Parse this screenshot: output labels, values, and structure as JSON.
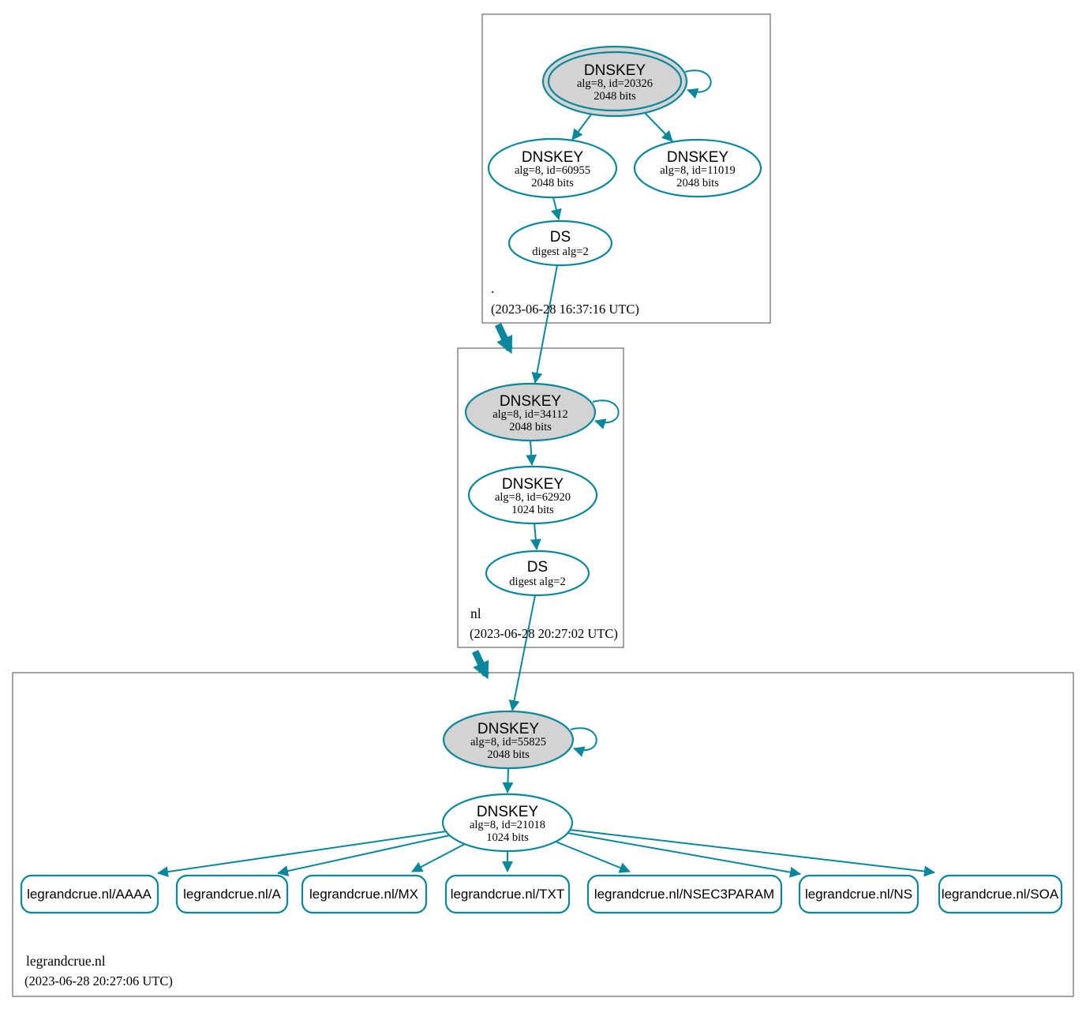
{
  "zones": [
    {
      "label": ".",
      "timestamp": "(2023-06-28 16:37:16 UTC)",
      "nodes": [
        {
          "type": "DNSKEY",
          "detail1": "alg=8, id=20326",
          "detail2": "2048 bits",
          "role": "ksk"
        },
        {
          "type": "DNSKEY",
          "detail1": "alg=8, id=60955",
          "detail2": "2048 bits",
          "role": "zsk"
        },
        {
          "type": "DNSKEY",
          "detail1": "alg=8, id=11019",
          "detail2": "2048 bits",
          "role": "zsk"
        },
        {
          "type": "DS",
          "detail1": "digest alg=2",
          "role": "ds"
        }
      ]
    },
    {
      "label": "nl",
      "timestamp": "(2023-06-28 20:27:02 UTC)",
      "nodes": [
        {
          "type": "DNSKEY",
          "detail1": "alg=8, id=34112",
          "detail2": "2048 bits",
          "role": "ksk"
        },
        {
          "type": "DNSKEY",
          "detail1": "alg=8, id=62920",
          "detail2": "1024 bits",
          "role": "zsk"
        },
        {
          "type": "DS",
          "detail1": "digest alg=2",
          "role": "ds"
        }
      ]
    },
    {
      "label": "legrandcrue.nl",
      "timestamp": "(2023-06-28 20:27:06 UTC)",
      "nodes": [
        {
          "type": "DNSKEY",
          "detail1": "alg=8, id=55825",
          "detail2": "2048 bits",
          "role": "ksk"
        },
        {
          "type": "DNSKEY",
          "detail1": "alg=8, id=21018",
          "detail2": "1024 bits",
          "role": "zsk"
        }
      ],
      "rrsets": [
        {
          "label": "legrandcrue.nl/AAAA"
        },
        {
          "label": "legrandcrue.nl/A"
        },
        {
          "label": "legrandcrue.nl/MX"
        },
        {
          "label": "legrandcrue.nl/TXT"
        },
        {
          "label": "legrandcrue.nl/NSEC3PARAM"
        },
        {
          "label": "legrandcrue.nl/NS"
        },
        {
          "label": "legrandcrue.nl/SOA"
        }
      ]
    }
  ],
  "colors": {
    "secure_edge": "#0a879a",
    "ksk_fill": "#d3d3d3",
    "node_fill": "#ffffff",
    "zone_border": "#4a4a4a",
    "text": "#000000"
  }
}
